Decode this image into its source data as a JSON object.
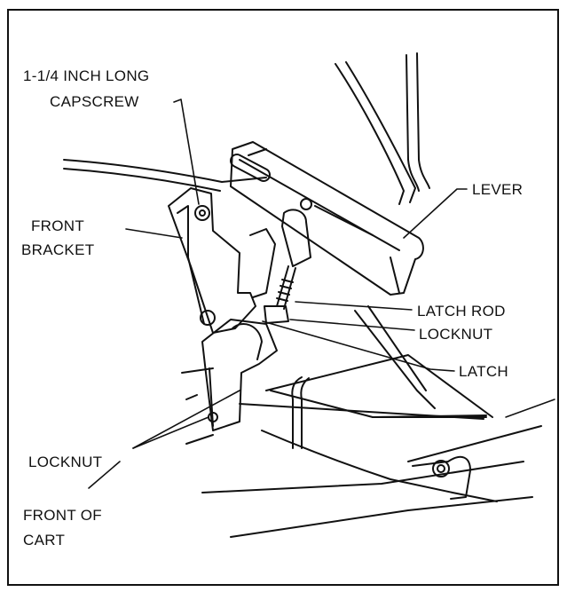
{
  "labels": {
    "capscrew_line1": "1-1/4 INCH LONG",
    "capscrew_line2": "CAPSCREW",
    "front_bracket_line1": "FRONT",
    "front_bracket_line2": "BRACKET",
    "lever": "LEVER",
    "latch_rod": "LATCH ROD",
    "locknut_right": "LOCKNUT",
    "latch": "LATCH",
    "locknut_left": "LOCKNUT",
    "front_of_cart_line1": "FRONT OF",
    "front_of_cart_line2": "CART"
  },
  "colors": {
    "ink": "#111111",
    "paper": "#ffffff"
  }
}
